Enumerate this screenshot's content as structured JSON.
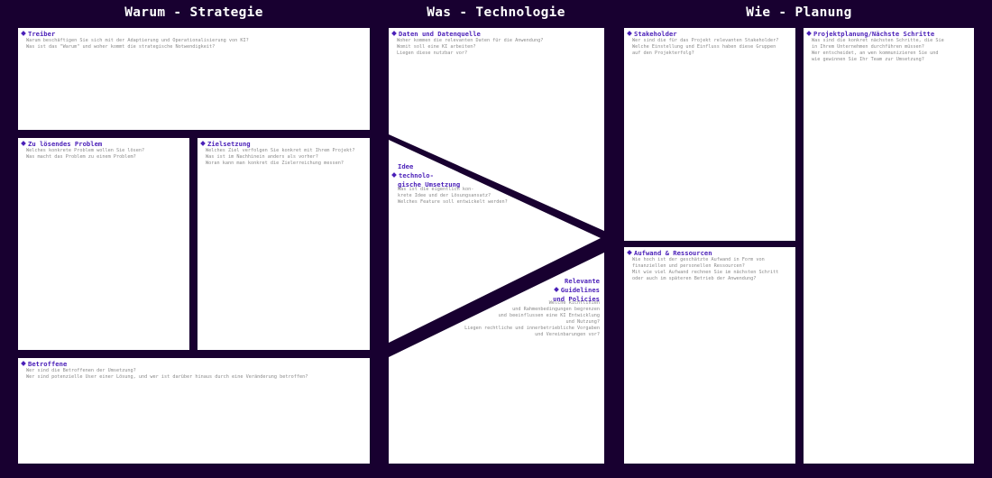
{
  "headings": {
    "why": "Warum - Strategie",
    "what": "Was - Technologie",
    "how": "Wie - Planung"
  },
  "sections": {
    "treiber": {
      "title": "Treiber",
      "desc": "Warum beschäftigen Sie sich mit der Adaptierung und Operationalisierung von KI?\nWas ist das \"Warum\" und woher kommt die strategische Notwendigkeit?"
    },
    "problem": {
      "title": "Zu lösendes Problem",
      "desc": "Welches konkrete Problem wollen Sie lösen?\nWas macht das Problem zu einem Problem?"
    },
    "ziel": {
      "title": "Zielsetzung",
      "desc": "Welches Ziel verfolgen Sie konkret mit Ihrem Projekt?\nWas ist im Nachhinein anders als vorher?\nWoran kann man konkret die Zielerreichung messen?"
    },
    "betroffene": {
      "title": "Betroffene",
      "desc": "Wer sind die Betroffenen der Umsetzung?\nWer sind potenzielle User einer Lösung, und wer ist darüber hinaus durch eine Veränderung betroffen?"
    },
    "daten": {
      "title": "Daten und Datenquelle",
      "desc": "Woher kommen die relevanten Daten für die Anwendung?\nWomit soll eine KI arbeiten?\nLiegen diese nutzbar vor?"
    },
    "idee": {
      "title_line1": "Idee",
      "title_line2": "technolo-",
      "title_line3": "gische Umsetzung",
      "desc": "Was ist die eigentlich kon-\nkrete Idee und der Lösungsansatz?\nWelches Feature soll entwickelt werden?"
    },
    "guidelines": {
      "title_line1": "Relevante",
      "title_line2": "Guidelines",
      "title_line3": "und Policies",
      "desc": "Welche Richtlinien\nund Rahmenbedingungen begrenzen\nund beeinflussen eine KI Entwicklung\nund Nutzung?\nLiegen rechtliche und innerbetriebliche Vorgaben\nund Vereinbarungen vor?"
    },
    "stakeholder": {
      "title": "Stakeholder",
      "desc": "Wer sind die für das Projekt relevanten Stakeholder?\nWelche Einstellung und Einfluss haben diese Gruppen\nauf den Projekterfolg?"
    },
    "aufwand": {
      "title": "Aufwand & Ressourcen",
      "desc": "Wie hoch ist der geschätzte Aufwand in Form von\nfinanziellen und personellen Ressourcen?\nMit wie viel Aufwand rechnen Sie im nächsten Schritt\noder auch im späteren Betrieb der Anwendung?"
    },
    "planung": {
      "title": "Projektplanung/Nächste Schritte",
      "desc": "Was sind die konkret nächsten Schritte, die Sie\nin Ihrem Unternehmen durchführen müssen?\nWer entscheidet, an wen kommunizieren Sie und\nwie gewinnen Sie Ihr Team zur Umsetzung?"
    }
  },
  "colors": {
    "background": "#180030",
    "panel": "#ffffff",
    "accent": "#4a1fb8",
    "text_muted": "#8a8a8a"
  },
  "icons": {
    "section_marker": "diamond-icon"
  }
}
